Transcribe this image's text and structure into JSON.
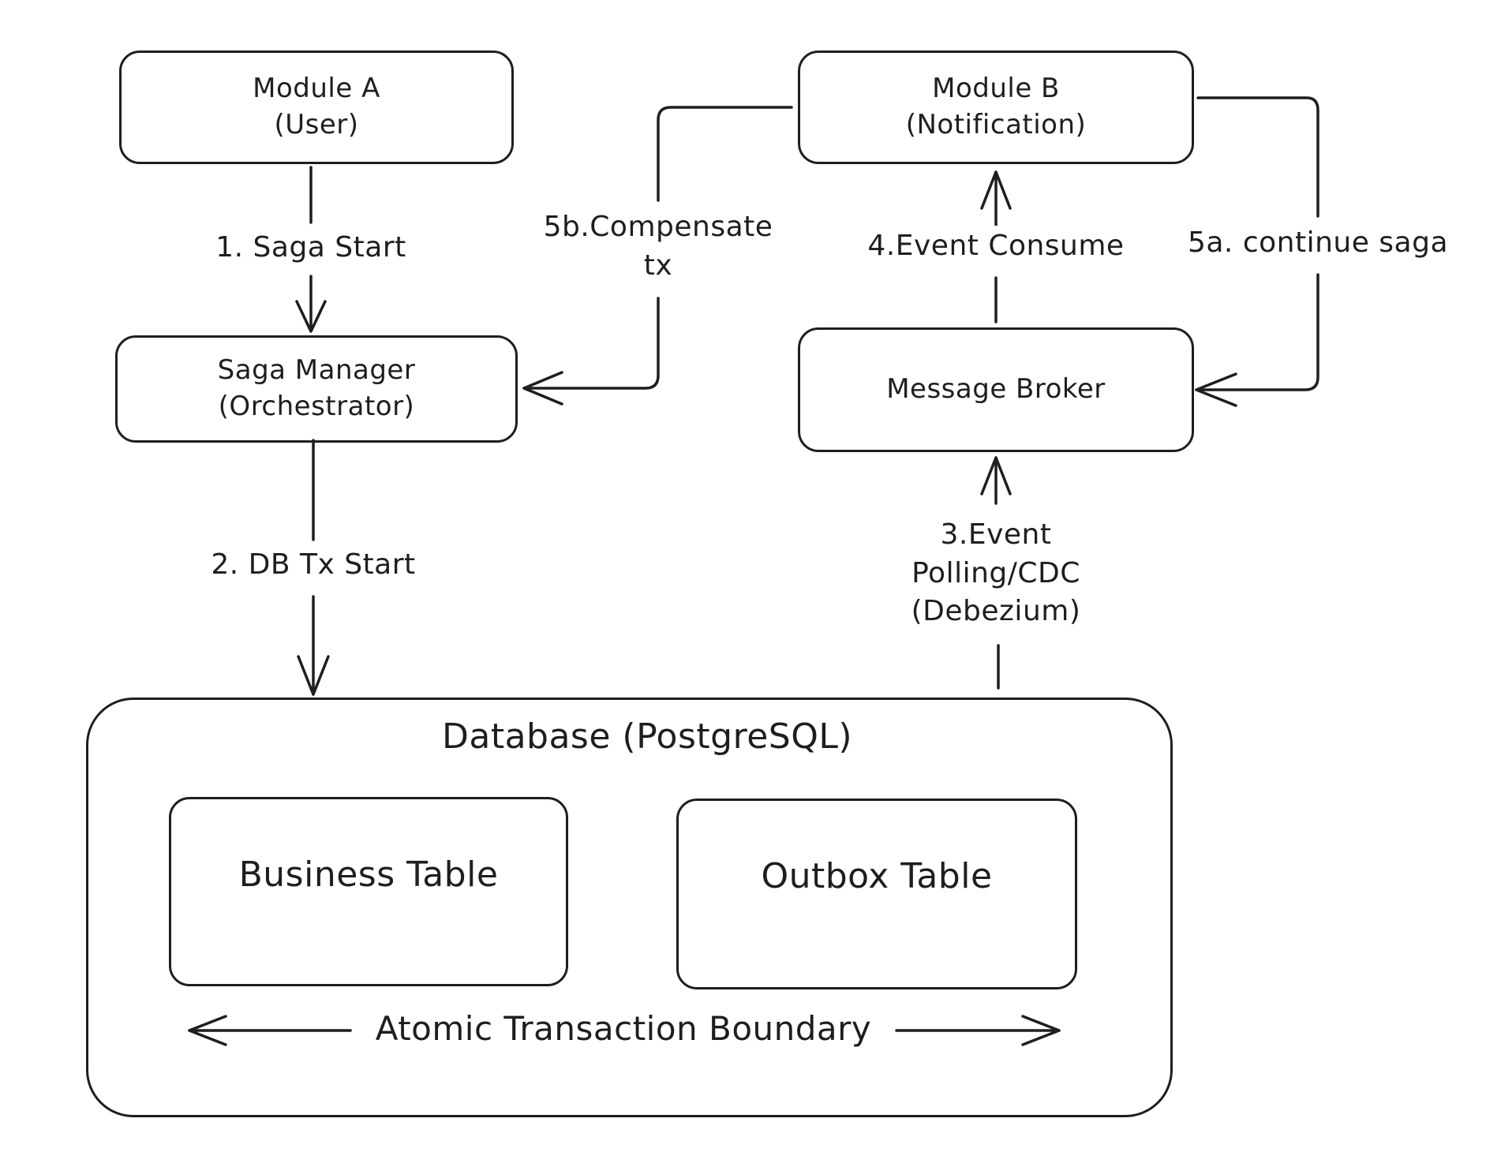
{
  "nodes": {
    "module_a": {
      "line1": "Module A",
      "line2": "(User)"
    },
    "module_b": {
      "line1": "Module B",
      "line2": "(Notification)"
    },
    "saga_manager": {
      "line1": "Saga Manager",
      "line2": "(Orchestrator)"
    },
    "message_broker": {
      "line1": "Message Broker"
    },
    "database": {
      "title": "Database (PostgreSQL)"
    },
    "business_table": {
      "label": "Business Table"
    },
    "outbox_table": {
      "label": "Outbox Table"
    }
  },
  "edges": {
    "saga_start": {
      "label": "1. Saga Start"
    },
    "db_tx_start": {
      "label": "2. DB Tx Start"
    },
    "event_polling": {
      "line1": "3.Event",
      "line2": "Polling/CDC",
      "line3": "(Debezium)"
    },
    "event_consume": {
      "label": "4.Event Consume"
    },
    "continue_saga": {
      "label": "5a. continue saga"
    },
    "compensate_tx": {
      "line1": "5b.Compensate",
      "line2": "tx"
    },
    "atomic_boundary": {
      "label": "Atomic Transaction Boundary"
    }
  },
  "colors": {
    "stroke": "#1e1e1e",
    "background": "#ffffff"
  }
}
